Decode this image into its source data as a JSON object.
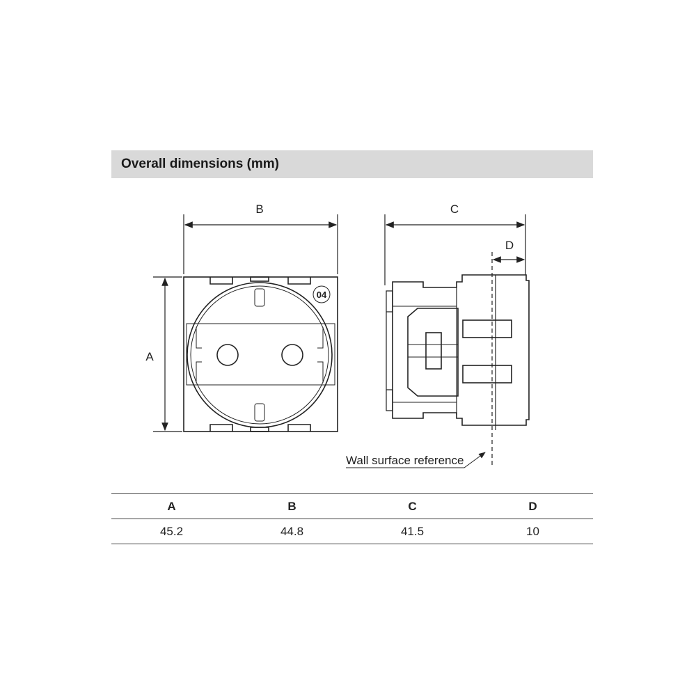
{
  "header": {
    "title": "Overall dimensions (mm)"
  },
  "drawing": {
    "label_a": "A",
    "label_b": "B",
    "label_c": "C",
    "label_d": "D",
    "module_marker": "04",
    "wall_reference": "Wall surface reference"
  },
  "table": {
    "headers": [
      "A",
      "B",
      "C",
      "D"
    ],
    "values": [
      "45.2",
      "44.8",
      "41.5",
      "10"
    ]
  }
}
